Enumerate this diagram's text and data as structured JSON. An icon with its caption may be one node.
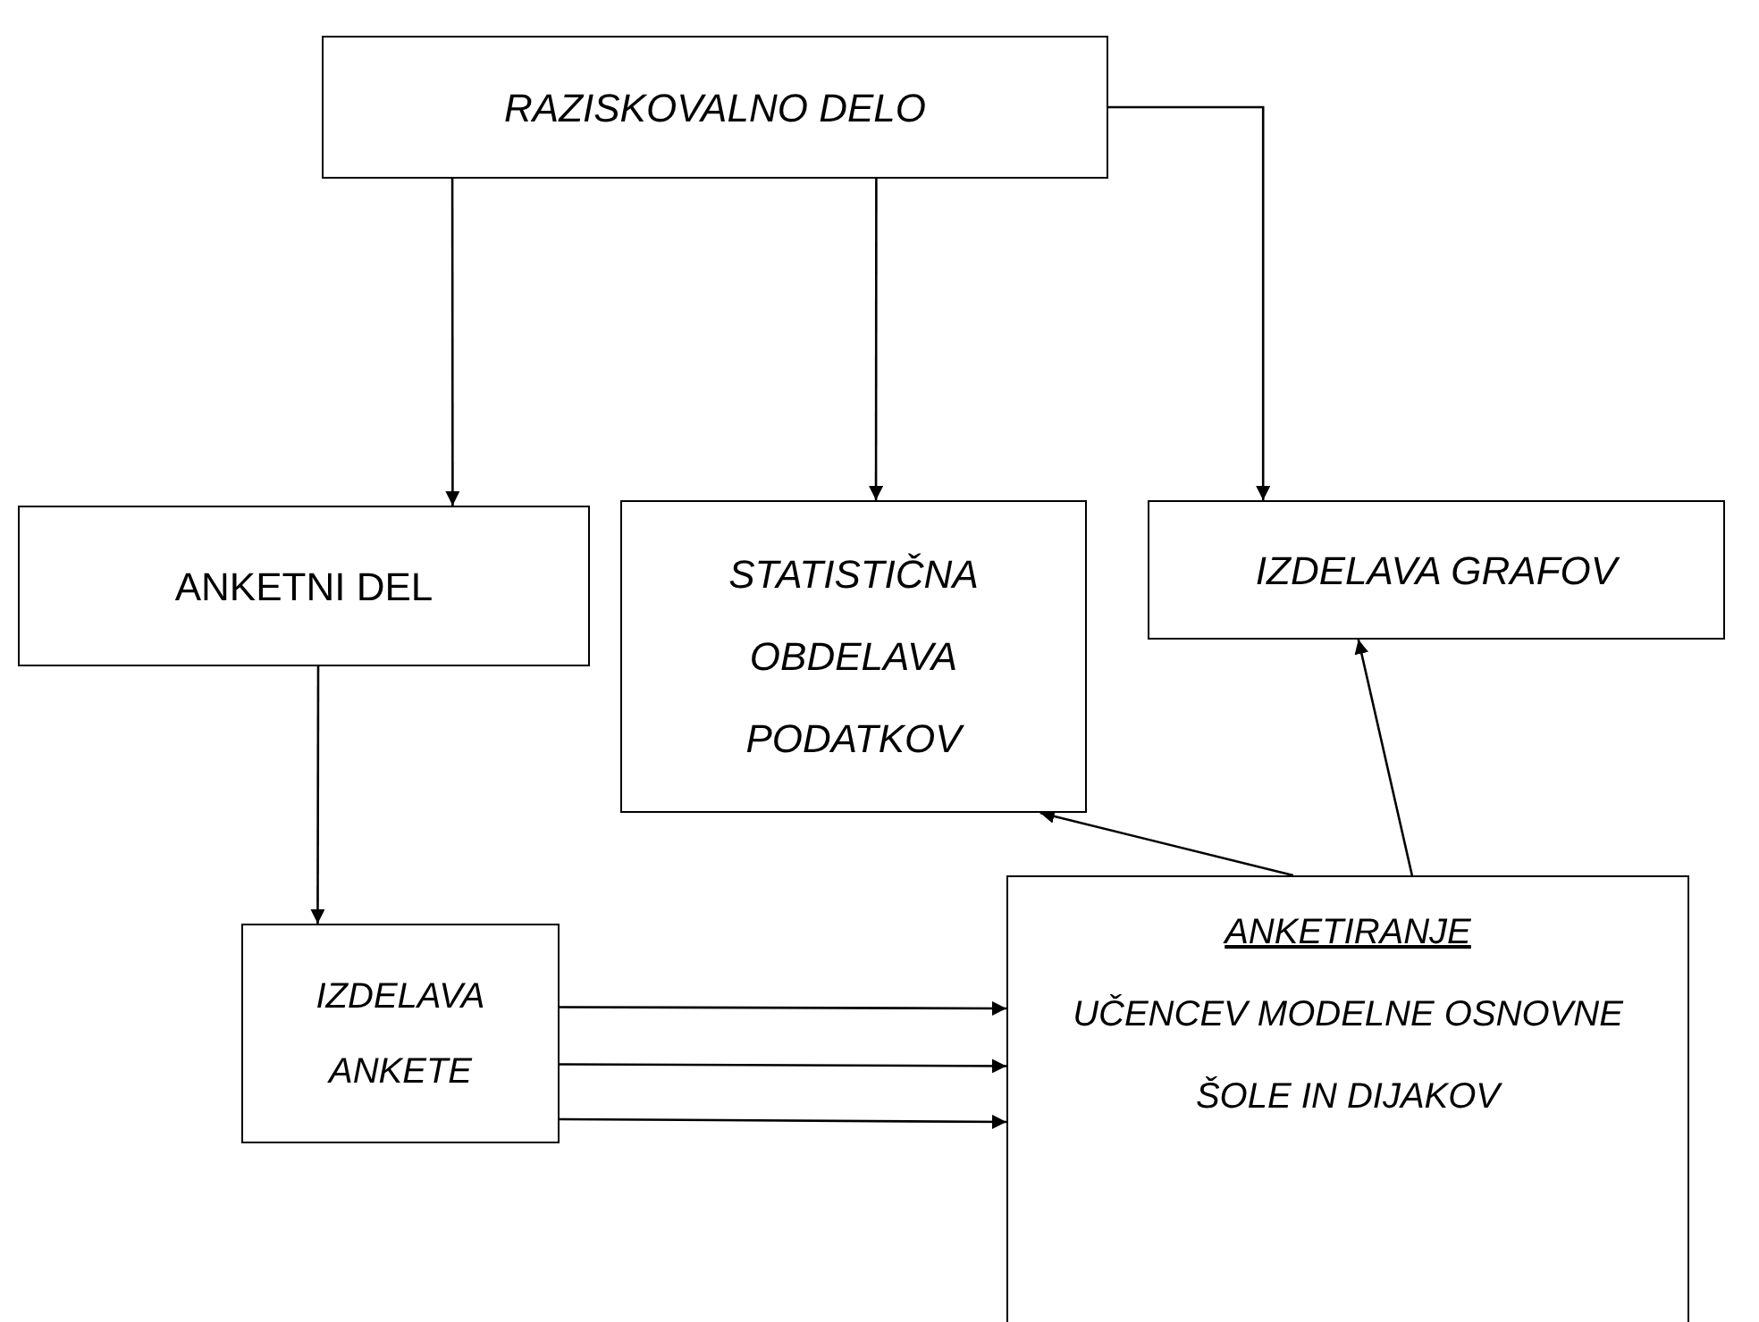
{
  "diagram": {
    "nodes": [
      {
        "text": [
          "RAZISKOVALNO DELO"
        ]
      },
      {
        "text": [
          "ANKETNI DEL"
        ]
      },
      {
        "text": [
          "STATISTIČNA OBDELAVA PODATKOV"
        ]
      },
      {
        "text": [
          "IZDELAVA GRAFOV"
        ]
      },
      {
        "text": [
          "IZDELAVA ANKETE"
        ]
      },
      {
        "text": [
          "ANKETIRANJE",
          "UČENCEV MODELNE OSNOVNE ŠOLE IN DIJAKOV"
        ]
      }
    ],
    "edges": [
      {
        "from": 0,
        "to": 1,
        "arrow": "to"
      },
      {
        "from": 0,
        "to": 2,
        "arrow": "to"
      },
      {
        "from": 0,
        "to": 3,
        "arrow": "to"
      },
      {
        "from": 1,
        "to": 4,
        "arrow": "to"
      },
      {
        "from": 4,
        "to": 5,
        "arrow": "to"
      },
      {
        "from": 4,
        "to": 5,
        "arrow": "to"
      },
      {
        "from": 4,
        "to": 5,
        "arrow": "to"
      },
      {
        "from": 5,
        "to": 2,
        "arrow": "to"
      },
      {
        "from": 5,
        "to": 3,
        "arrow": "to"
      }
    ]
  }
}
